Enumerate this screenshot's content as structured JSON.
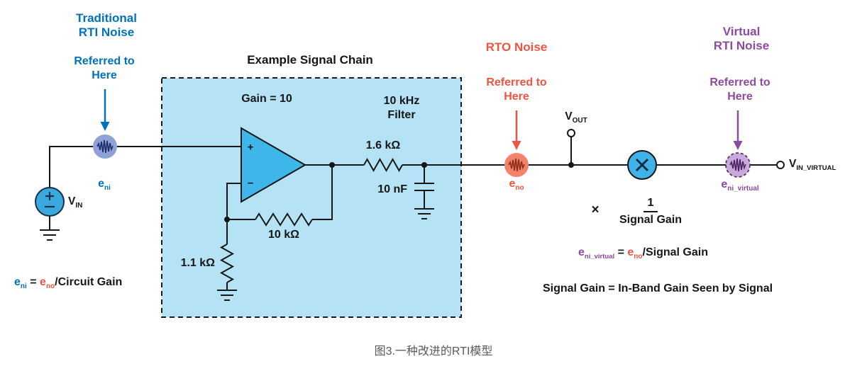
{
  "figure": {
    "caption": "图3.一种改进的RTI模型"
  },
  "colors": {
    "traditional_blue": "#0072bc",
    "rto_orange": "#ef5442",
    "virtual_purple": "#8d4a9f",
    "text_black": "#161616",
    "caption_gray": "#58595b",
    "chain_box_fill": "#b5e3f5",
    "chain_box_border": "#1b1b1b",
    "opamp_fill": "#3fb6ea",
    "eni_circle_fill": "#8fa1d5",
    "vin_source_fill": "#3ba9de",
    "eno_circle_fill": "#f2836a",
    "multiplier_fill": "#41b2e7",
    "eni_virtual_circle_fill": "#c7a9da"
  },
  "headers": {
    "traditional": {
      "line1": "Traditional",
      "line2": "RTI Noise"
    },
    "traditional_referred": {
      "line1": "Referred to",
      "line2": "Here"
    },
    "signal_chain": "Example Signal Chain",
    "rto": {
      "line1": "RTO Noise"
    },
    "rto_referred": {
      "line1": "Referred to",
      "line2": "Here"
    },
    "virtual": {
      "line1": "Virtual",
      "line2": "RTI Noise"
    },
    "virtual_referred": {
      "line1": "Referred to",
      "line2": "Here"
    }
  },
  "components": {
    "opamp_gain": "Gain = 10",
    "opamp_plus": "+",
    "opamp_minus": "−",
    "filter": {
      "line1": "10 kHz",
      "line2": "Filter"
    },
    "filter_resistor": "1.6 kΩ",
    "filter_capacitor": "10 nF",
    "feedback_resistor": "10 kΩ",
    "gain_resistor": "1.1 kΩ"
  },
  "nodes": {
    "vin": {
      "base": "V",
      "sub": "IN"
    },
    "vout": {
      "base": "V",
      "sub": "OUT"
    },
    "vin_virtual": {
      "base": "V",
      "sub": "IN_VIRTUAL"
    },
    "eni": {
      "base": "e",
      "sub": "ni"
    },
    "eno": {
      "base": "e",
      "sub": "no"
    },
    "eni_virtual": {
      "base": "e",
      "sub": "ni_virtual"
    }
  },
  "formulas": {
    "multiplier": {
      "times": "×",
      "numerator": "1",
      "denominator": "Signal Gain"
    },
    "eq_eni": {
      "lhs_base": "e",
      "lhs_sub": "ni",
      "equals": " = ",
      "rhs_base": "e",
      "rhs_sub": "no",
      "tail": "/Circuit Gain"
    },
    "eq_eni_virtual": {
      "lhs_base": "e",
      "lhs_sub": "ni_virtual",
      "equals": " = ",
      "rhs_base": "e",
      "rhs_sub": "no",
      "tail": "/Signal Gain"
    },
    "eq_signal_gain": "Signal Gain = In-Band Gain Seen by Signal"
  }
}
